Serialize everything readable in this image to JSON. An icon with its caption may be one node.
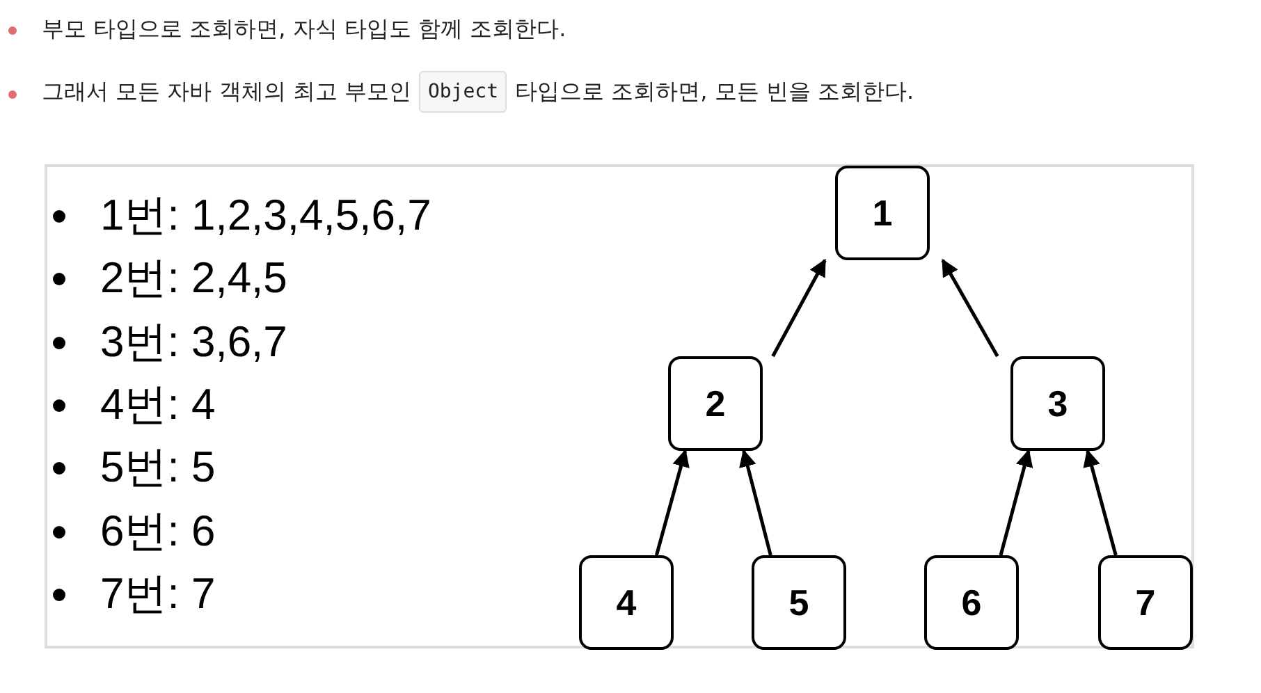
{
  "diagram": {
    "nodes": [
      {
        "text": [
          "1"
        ]
      },
      {
        "text": [
          "2"
        ]
      },
      {
        "text": [
          "3"
        ]
      },
      {
        "text": [
          "4"
        ]
      },
      {
        "text": [
          "5"
        ]
      },
      {
        "text": [
          "6"
        ]
      },
      {
        "text": [
          "7"
        ]
      }
    ],
    "edges": [
      {
        "from": 1,
        "to": 0,
        "arrow": "to"
      },
      {
        "from": 2,
        "to": 0,
        "arrow": "to"
      },
      {
        "from": 3,
        "to": 1,
        "arrow": "to"
      },
      {
        "from": 4,
        "to": 1,
        "arrow": "to"
      },
      {
        "from": 5,
        "to": 2,
        "arrow": "to"
      },
      {
        "from": 6,
        "to": 2,
        "arrow": "to"
      }
    ],
    "labels": [
      "부모 타입으로 조회하면, 자식 타입도 함께 조회한다.",
      "그래서 모든 자바 객체의 최고 부모인",
      "Object",
      "타입으로 조회하면, 모든 빈을 조회한다.",
      "1번: 1,2,3,4,5,6,7",
      "2번: 2,4,5",
      "3번: 3,6,7",
      "4번: 4",
      "5번: 5",
      "6번: 6",
      "7번: 7"
    ]
  }
}
